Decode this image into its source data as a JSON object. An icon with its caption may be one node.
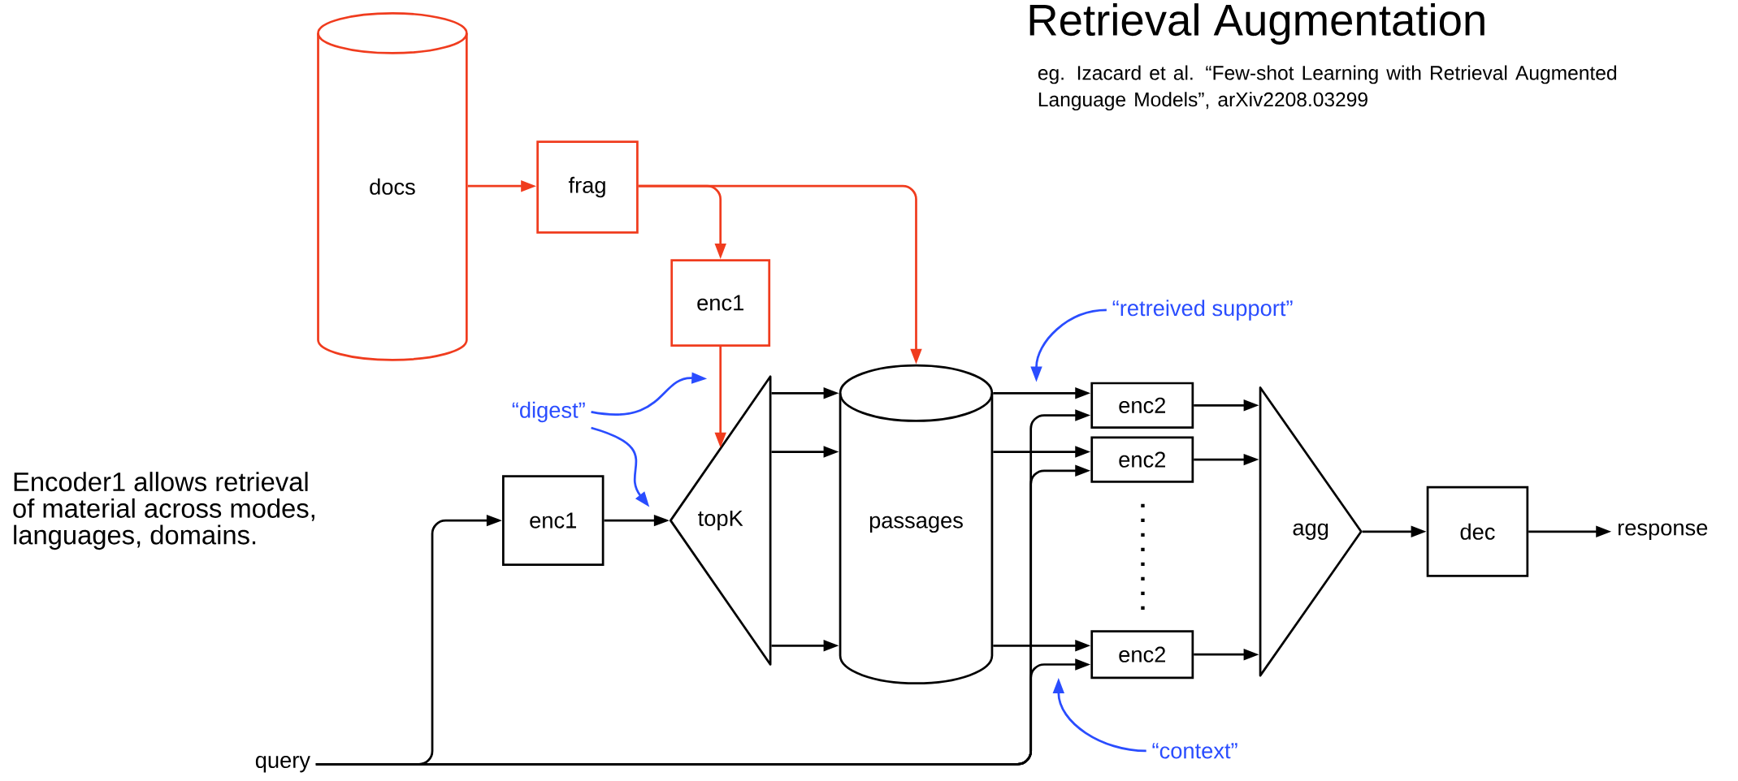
{
  "diagram": {
    "title": "Retrieval Augmentation",
    "nodes": [
      {
        "text": [
          "docs"
        ]
      },
      {
        "text": [
          "frag"
        ]
      },
      {
        "text": [
          "enc1"
        ]
      },
      {
        "text": [
          "passages"
        ]
      },
      {
        "text": [
          "topK"
        ]
      },
      {
        "text": [
          "enc1"
        ]
      },
      {
        "text": [
          "enc2"
        ]
      },
      {
        "text": [
          "enc2"
        ]
      },
      {
        "text": [
          "enc2"
        ]
      },
      {
        "text": [
          "agg"
        ]
      },
      {
        "text": [
          "dec"
        ]
      },
      {
        "text": [
          "response"
        ]
      },
      {
        "text": [
          "query"
        ]
      },
      {
        "text": [
          "“digest”"
        ]
      },
      {
        "text": [
          "“retreived support”"
        ]
      },
      {
        "text": [
          "“context”"
        ]
      }
    ],
    "edges": [
      {
        "from": 0,
        "to": 1,
        "arrow": "to",
        "color": "#f03c1e"
      },
      {
        "from": 1,
        "to": 2,
        "arrow": "to",
        "color": "#f03c1e"
      },
      {
        "from": 1,
        "to": 3,
        "arrow": "to",
        "color": "#f03c1e"
      },
      {
        "from": 2,
        "to": 4,
        "arrow": "to",
        "color": "#f03c1e"
      },
      {
        "from": 12,
        "to": 5,
        "arrow": "to"
      },
      {
        "from": 12,
        "to": 6,
        "arrow": "to"
      },
      {
        "from": 12,
        "to": 7,
        "arrow": "to"
      },
      {
        "from": 12,
        "to": 8,
        "arrow": "to"
      },
      {
        "from": 5,
        "to": 4,
        "arrow": "to"
      },
      {
        "from": 4,
        "to": 3,
        "arrow": "to"
      },
      {
        "from": 4,
        "to": 3,
        "arrow": "to"
      },
      {
        "from": 4,
        "to": 3,
        "arrow": "to"
      },
      {
        "from": 3,
        "to": 6,
        "arrow": "to"
      },
      {
        "from": 3,
        "to": 7,
        "arrow": "to"
      },
      {
        "from": 3,
        "to": 8,
        "arrow": "to"
      },
      {
        "from": 6,
        "to": 9,
        "arrow": "to"
      },
      {
        "from": 7,
        "to": 9,
        "arrow": "to"
      },
      {
        "from": 8,
        "to": 9,
        "arrow": "to"
      },
      {
        "from": 9,
        "to": 10,
        "arrow": "to"
      },
      {
        "from": 10,
        "to": 11,
        "arrow": "to"
      },
      {
        "from": 13,
        "to": null,
        "arrow": "to",
        "color": "#2a4dff"
      },
      {
        "from": 13,
        "to": null,
        "arrow": "to",
        "color": "#2a4dff"
      },
      {
        "from": 14,
        "to": null,
        "arrow": "to",
        "color": "#2a4dff"
      },
      {
        "from": 15,
        "to": null,
        "arrow": "to",
        "color": "#2a4dff"
      }
    ],
    "labels": [
      "eg. Izacard et al. “Few-shot Learning with Retrieval Augmented Language Models”, arXiv2208.03299",
      "Encoder1 allows retrieval of material across modes, languages, domains."
    ]
  }
}
